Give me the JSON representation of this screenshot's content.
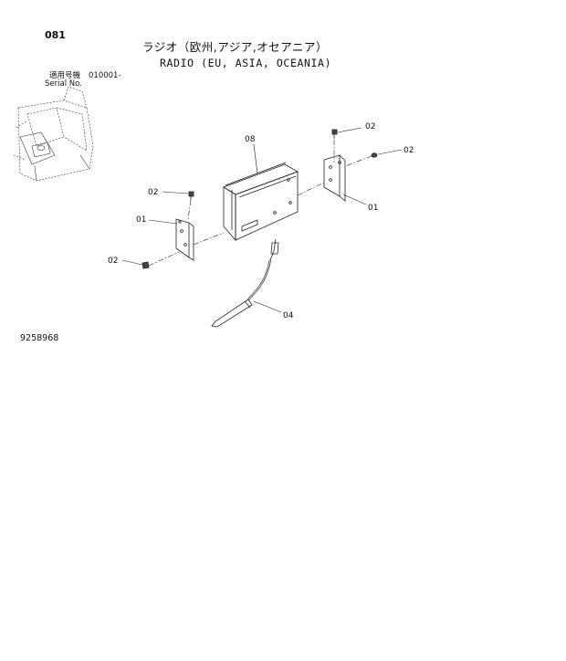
{
  "page": {
    "number": "081",
    "title_jp": "ラジオ（欧州,アジア,オセアニア）",
    "title_en": "RADIO (EU, ASIA, OCEANIA)",
    "serial_label_jp": "適用号機",
    "serial_value": "010001-",
    "serial_label_en": "Serial No.",
    "doc_code": "9258968"
  },
  "callouts": {
    "bracket_right": "01",
    "bracket_left": "01",
    "screw_top_right": "02",
    "screw_right": "02",
    "screw_left_top": "02",
    "screw_left_bottom": "02",
    "radio_unit": "08",
    "antenna": "04"
  }
}
